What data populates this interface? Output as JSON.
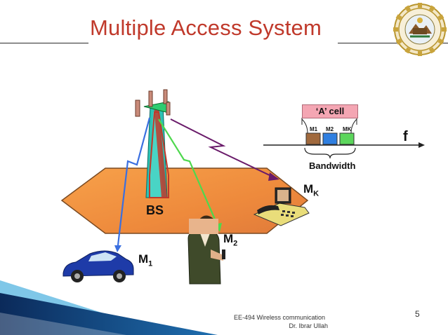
{
  "slide": {
    "title": "Multiple Access System",
    "page_number": "5",
    "footer_line1": "EE-494  Wireless communication",
    "footer_line2": "Dr. Ibrar Ullah"
  },
  "diagram": {
    "cell_label": "‘A’ cell",
    "freq_axis_label": "f",
    "bandwidth_label": "Bandwidth",
    "bs_label": "BS",
    "mk_label": "M",
    "mk_sub": "K",
    "m2_label": "M",
    "m2_sub": "2",
    "m1_label": "M",
    "m1_sub": "1",
    "channel_labels": [
      "M1",
      "M2",
      "MK"
    ],
    "channel_colors": [
      "#a0693d",
      "#2f7fe0",
      "#5cd65c"
    ]
  },
  "colors": {
    "title": "#c0392b",
    "cell_fill": "#f4a6b3",
    "ground_fill": "#f08a3a",
    "footer_band_dark": "#0b2a5a",
    "footer_band_light": "#7fc7e8"
  }
}
